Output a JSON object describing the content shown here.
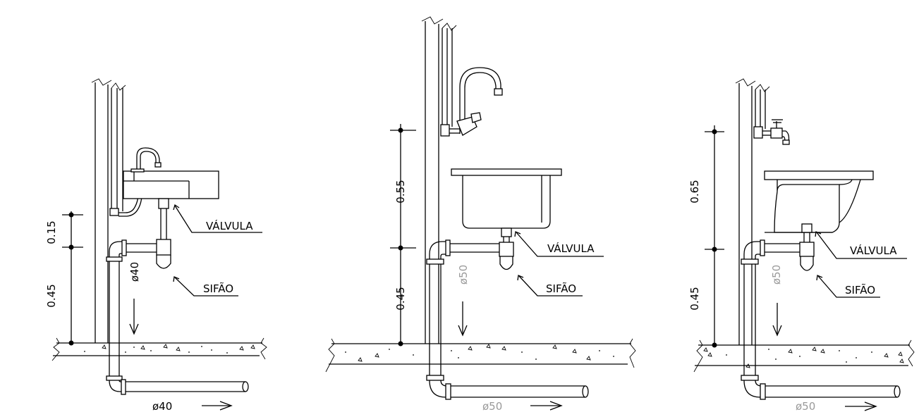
{
  "drawings": [
    {
      "name": "lavatorio",
      "dim_upper": "0.15",
      "dim_lower": "0.45",
      "pipe_vertical_label": "ø40",
      "pipe_bottom_label": "ø40",
      "valve_label": "VÁLVULA",
      "trap_label": "SIFÃO"
    },
    {
      "name": "pia",
      "dim_upper": "0.55",
      "dim_lower": "0.45",
      "pipe_vertical_label": "ø50",
      "pipe_bottom_label": "ø50",
      "valve_label": "VÁLVULA",
      "trap_label": "SIFÃO"
    },
    {
      "name": "tanque",
      "dim_upper": "0.65",
      "dim_lower": "0.45",
      "pipe_vertical_label": "ø50",
      "pipe_bottom_label": "ø50",
      "valve_label": "VÁLVULA",
      "trap_label": "SIFÃO"
    }
  ],
  "colors": {
    "line": "#000000",
    "grey_label": "#9a9a9a"
  }
}
